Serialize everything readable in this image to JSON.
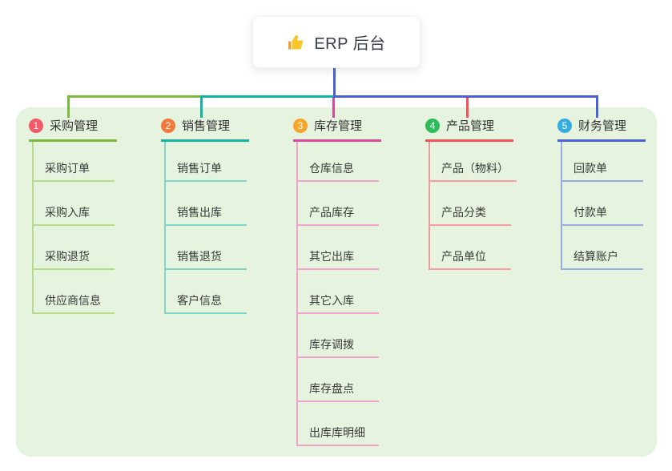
{
  "root": {
    "title": "ERP 后台",
    "icon": "thumbs-up-icon",
    "connector_color": "#4a5fd2"
  },
  "colors": {
    "canvas_bg": "#ffffff",
    "panel_bg": "#e6f4df",
    "title_text": "#3a3f47",
    "node_text": "#333333"
  },
  "branches": [
    {
      "num": "1",
      "label": "采购管理",
      "badge_color": "#f2596b",
      "color": "#7cb93e",
      "light_color": "#b5db8b",
      "items": [
        "采购订单",
        "采购入库",
        "采购退货",
        "供应商信息"
      ]
    },
    {
      "num": "2",
      "label": "销售管理",
      "badge_color": "#f0793c",
      "color": "#14b3a6",
      "light_color": "#80d5ca",
      "items": [
        "销售订单",
        "销售出库",
        "销售退货",
        "客户信息"
      ]
    },
    {
      "num": "3",
      "label": "库存管理",
      "badge_color": "#f5a62b",
      "color": "#d8499b",
      "light_color": "#f0a2cc",
      "items": [
        "仓库信息",
        "产品库存",
        "其它出库",
        "其它入库",
        "库存调拨",
        "库存盘点",
        "出库库明细"
      ]
    },
    {
      "num": "4",
      "label": "产品管理",
      "badge_color": "#2fbd5b",
      "color": "#f65158",
      "light_color": "#f99b9e",
      "items": [
        "产品（物料）",
        "产品分类",
        "产品单位"
      ]
    },
    {
      "num": "5",
      "label": "财务管理",
      "badge_color": "#34ace0",
      "color": "#4a62d8",
      "light_color": "#9aabe4",
      "items": [
        "回款单",
        "付款单",
        "结算账户"
      ]
    }
  ]
}
